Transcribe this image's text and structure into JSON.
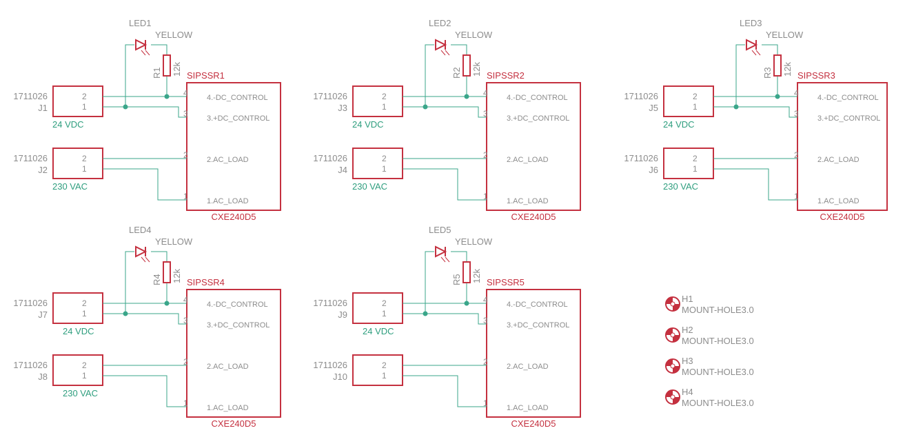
{
  "colors": {
    "part": "#c4303f",
    "wire": "#3aa68a",
    "text_gray": "#8c8c8c",
    "net_label": "#2e9e7e"
  },
  "led_value": "YELLOW",
  "resistor_value": "12k",
  "relay_value": "CXE240D5",
  "connector_value": "1711026",
  "relay_pins": [
    "4.-DC_CONTROL",
    "3.+DC_CONTROL",
    "2.AC_LOAD",
    "1.AC_LOAD"
  ],
  "relay_pin_numbers": [
    "4",
    "3",
    "2",
    "1"
  ],
  "connector_pins": [
    "2",
    "1"
  ],
  "channels": [
    {
      "led": "LED1",
      "resistor": "R1",
      "relay": "SIPSSR1",
      "conn_dc": "J1",
      "conn_ac": "J2",
      "dc_label": "24 VDC",
      "ac_label": "230 VAC"
    },
    {
      "led": "LED2",
      "resistor": "R2",
      "relay": "SIPSSR2",
      "conn_dc": "J3",
      "conn_ac": "J4",
      "dc_label": "24 VDC",
      "ac_label": "230 VAC"
    },
    {
      "led": "LED3",
      "resistor": "R3",
      "relay": "SIPSSR3",
      "conn_dc": "J5",
      "conn_ac": "J6",
      "dc_label": "24 VDC",
      "ac_label": "230 VAC"
    },
    {
      "led": "LED4",
      "resistor": "R4",
      "relay": "SIPSSR4",
      "conn_dc": "J7",
      "conn_ac": "J8",
      "dc_label": "24 VDC",
      "ac_label": "230 VAC"
    },
    {
      "led": "LED5",
      "resistor": "R5",
      "relay": "SIPSSR5",
      "conn_dc": "J9",
      "conn_ac": "J10",
      "dc_label": "24 VDC",
      "ac_label": ""
    }
  ],
  "mount_holes": [
    {
      "name": "H1",
      "value": "MOUNT-HOLE3.0"
    },
    {
      "name": "H2",
      "value": "MOUNT-HOLE3.0"
    },
    {
      "name": "H3",
      "value": "MOUNT-HOLE3.0"
    },
    {
      "name": "H4",
      "value": "MOUNT-HOLE3.0"
    }
  ]
}
